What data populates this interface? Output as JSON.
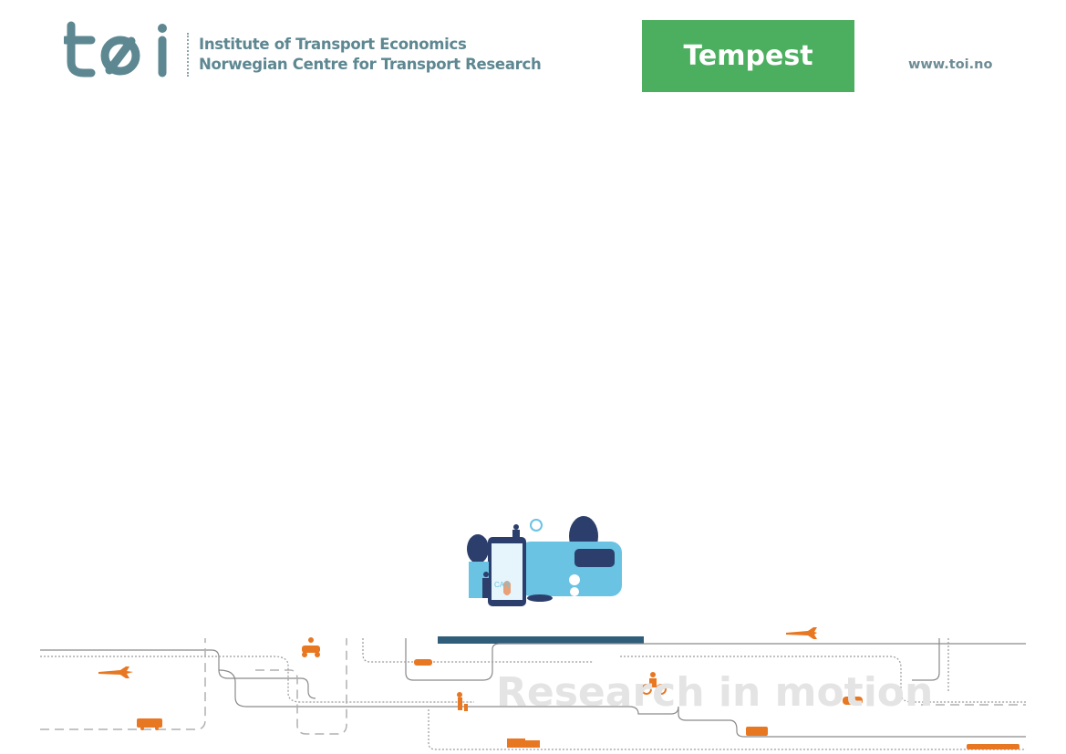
{
  "header": {
    "logo_text": "tøi",
    "institute_line1": "Institute of Transport Economics",
    "institute_line2": "Norwegian Centre for Transport Research",
    "partner_logo": "Tempest",
    "website": "www.toi.no"
  },
  "footer": {
    "tagline": "Research in motion"
  },
  "colors": {
    "brand_teal": "#5d8791",
    "tempest_green": "#4caf5f",
    "vehicle_orange": "#e87722"
  }
}
